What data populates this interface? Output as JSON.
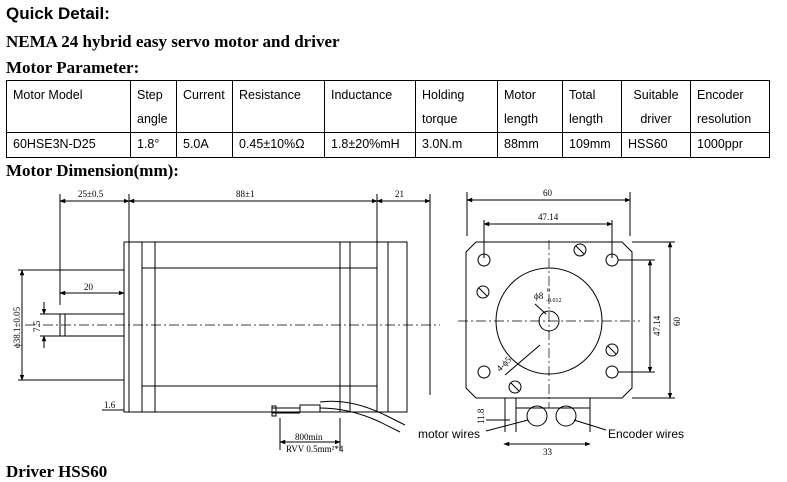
{
  "quick_detail": "Quick Detail:",
  "product_title": "NEMA 24 hybrid easy servo motor and driver",
  "motor_parameter_heading": "Motor Parameter:",
  "table": {
    "headers": [
      [
        "Motor  Model",
        ""
      ],
      [
        "Step",
        "angle"
      ],
      [
        "Current",
        ""
      ],
      [
        "Resistance",
        ""
      ],
      [
        "Inductance",
        ""
      ],
      [
        "Holding",
        "torque"
      ],
      [
        "Motor",
        "length"
      ],
      [
        "Total",
        "length"
      ],
      [
        "Suitable",
        "driver"
      ],
      [
        "Encoder",
        "resolution"
      ]
    ],
    "row": [
      "60HSE3N-D25",
      "1.8°",
      "5.0A",
      "0.45±10%Ω",
      "1.8±20%mH",
      "3.0N.m",
      "88mm",
      "109mm",
      "HSS60",
      "1000ppr"
    ]
  },
  "motor_dimension_heading": "Motor Dimension(mm):",
  "drawing": {
    "side": {
      "dim_flange": "25±0.5",
      "dim_body": "88±1",
      "dim_encoder": "21",
      "dim_shaft": "20",
      "dim_pilot": "ϕ38.1±0.05",
      "dim_shaft_dia": "7.5",
      "dim_flange_thk": "1.6",
      "dim_cable": "800min",
      "cable_spec": "RVV 0.5mm²*4"
    },
    "front": {
      "dim_width": "60",
      "dim_hole_pitch": "47.14",
      "dim_height": "60",
      "dim_hole_pitch_v": "47.14",
      "dim_shaft": "ϕ8",
      "dim_shaft_tol_upper": "0",
      "dim_shaft_tol_lower": "-0.012",
      "dim_holes": "4-ϕ5",
      "dim_connector_h": "11.8",
      "dim_connector_w": "33",
      "label_motor_wires": "motor wires",
      "label_encoder_wires": "Encoder wires"
    }
  },
  "next_heading_partial": "Driver HSS60"
}
